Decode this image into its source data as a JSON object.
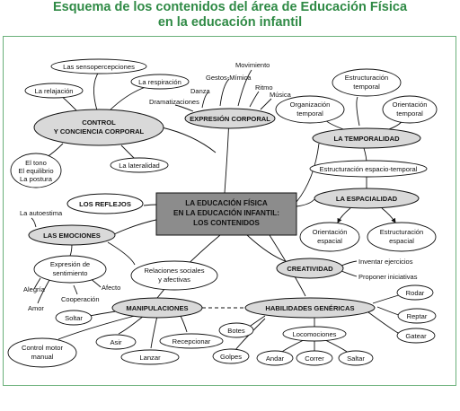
{
  "title": {
    "line1": "Esquema de los contenidos del área de Educación Física",
    "line2": "en la educación infantil"
  },
  "colors": {
    "title_green": "#2f8a45",
    "frame_green": "#6ab07a",
    "main_fill": "#d9d9d9",
    "center_fill": "#8c8c8c"
  },
  "diagram": {
    "center": [
      "LA EDUCACIÓN FÍSICA",
      "EN LA EDUCACIÓN INFANTIL:",
      "LOS CONTENIDOS"
    ],
    "main": {
      "control": [
        "CONTROL",
        "Y CONCIENCIA CORPORAL"
      ],
      "expresion": "EXPRESIÓN CORPORAL",
      "temporalidad": "LA TEMPORALIDAD",
      "espacialidad": "LA ESPACIALIDAD",
      "reflejos": "LOS REFLEJOS",
      "emociones": "LAS EMOCIONES",
      "creatividad": "CREATIVIDAD",
      "manipulaciones": "MANIPULACIONES",
      "habilidades": "HABILIDADES GENÉRICAS"
    },
    "sub": {
      "sensopercepciones": "Las sensopercepciones",
      "relajacion": "La relajación",
      "respiracion": "La respiración",
      "tono": [
        "El tono",
        "El equilibrio",
        "La postura"
      ],
      "lateralidad": "La lateralidad",
      "estructuracion_temporal": [
        "Estructuración",
        "temporal"
      ],
      "organizacion_temporal": [
        "Organización",
        "temporal"
      ],
      "orientacion_temporal": [
        "Orientación",
        "temporal"
      ],
      "espacio_temporal": "Estructuración espacio-temporal",
      "orientacion_espacial": [
        "Orientación",
        "espacial"
      ],
      "estructuracion_espacial": [
        "Estructuración",
        "espacial"
      ],
      "expresion_sentimiento": [
        "Expresión de",
        "sentimiento"
      ],
      "relaciones": [
        "Relaciones sociales",
        "y afectivas"
      ],
      "soltar": "Soltar",
      "control_motor": [
        "Control motor",
        "manual"
      ],
      "asir": "Asir",
      "lanzar": "Lanzar",
      "recepcionar": "Recepcionar",
      "botes": "Botes",
      "golpes": "Golpes",
      "locomociones": "Locomociones",
      "andar": "Andar",
      "correr": "Correr",
      "saltar": "Saltar",
      "rodar": "Rodar",
      "reptar": "Reptar",
      "gatear": "Gatear"
    },
    "text": {
      "movimiento": "Movimiento",
      "gestos_mimica": "Gestos-Mímica",
      "ritmo": "Ritmo",
      "danza": "Danza",
      "musica": "Música",
      "dramatizaciones": "Dramatizaciones",
      "autoestima": "La autoestima",
      "alegria": "Alegría",
      "afecto": "Afecto",
      "cooperacion": "Cooperación",
      "amor": "Amor",
      "inventar": "Inventar ejercicios",
      "proponer": "Proponer iniciativas"
    }
  }
}
